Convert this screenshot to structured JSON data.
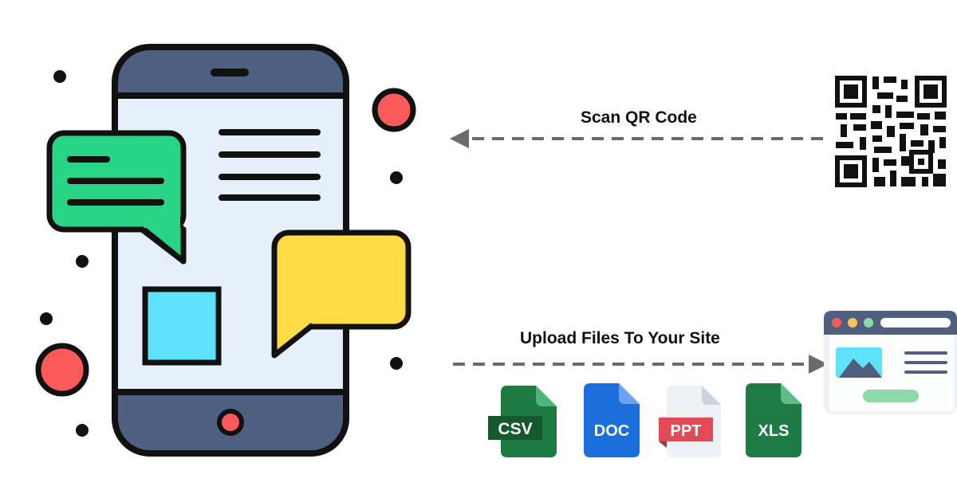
{
  "flows": {
    "scan_label": "Scan QR Code",
    "upload_label": "Upload Files To Your Site"
  },
  "file_types": [
    "CSV",
    "DOC",
    "PPT",
    "XLS"
  ],
  "icons": [
    "smartphone-icon",
    "chat-bubble-icon",
    "qr-code-icon",
    "browser-window-icon",
    "csv-file-icon",
    "doc-file-icon",
    "ppt-file-icon",
    "xls-file-icon"
  ],
  "colors": {
    "phone_frame": "#4f5f80",
    "phone_screen": "#e6f0fa",
    "green_bubble": "#2ad486",
    "yellow_bubble": "#ffdc45",
    "cyan_square": "#5ee2fb",
    "red_dot": "#fa5a5a",
    "csv": "#1e7a43",
    "doc": "#1a6fdc",
    "ppt": "#e24a57",
    "xls": "#1d7b44",
    "arrow": "#6b6b6b"
  }
}
